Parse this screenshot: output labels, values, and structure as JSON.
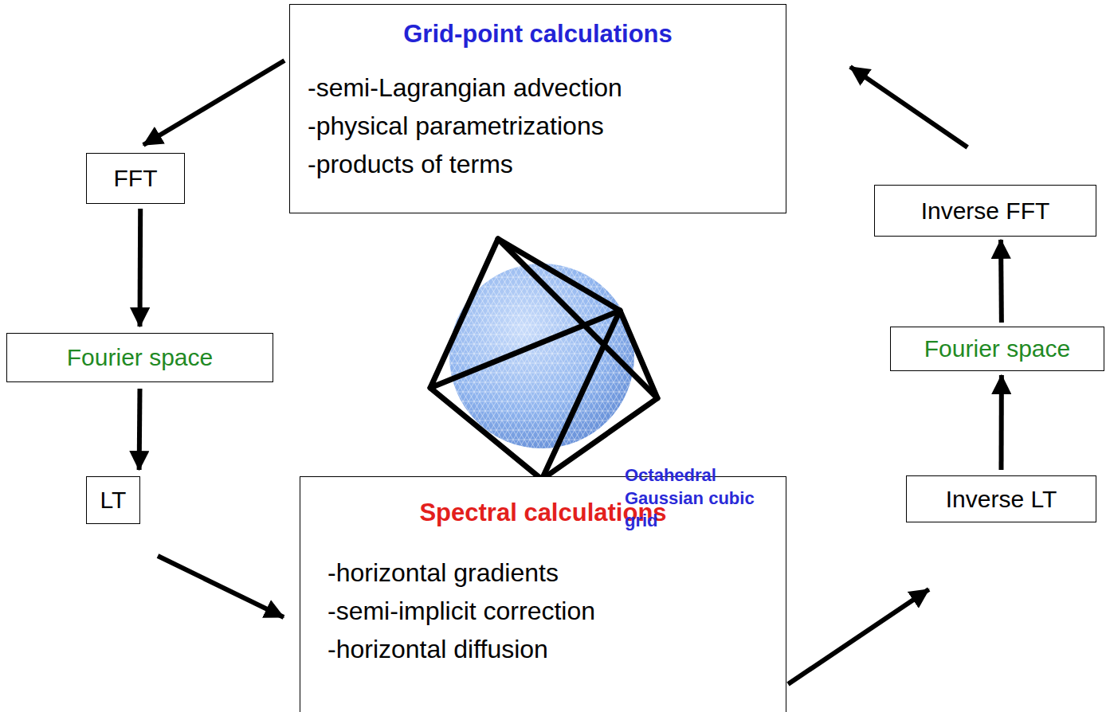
{
  "diagram": {
    "nodes": [
      {
        "text": [
          "Grid-point calculations",
          "-semi-Lagrangian advection",
          "-physical parametrizations",
          "-products of terms"
        ]
      },
      {
        "text": [
          "FFT"
        ]
      },
      {
        "text": [
          "Fourier space"
        ]
      },
      {
        "text": [
          "LT"
        ]
      },
      {
        "text": [
          "Spectral calculations",
          "-horizontal gradients",
          "-semi-implicit correction",
          "-horizontal diffusion"
        ]
      },
      {
        "text": [
          "Inverse LT"
        ]
      },
      {
        "text": [
          "Fourier space"
        ]
      },
      {
        "text": [
          "Inverse FFT"
        ]
      }
    ],
    "edges": [
      {
        "from": 0,
        "to": 1,
        "arrow": "to"
      },
      {
        "from": 1,
        "to": 2,
        "arrow": "to"
      },
      {
        "from": 2,
        "to": 3,
        "arrow": "to"
      },
      {
        "from": 3,
        "to": 4,
        "arrow": "to"
      },
      {
        "from": 4,
        "to": 5,
        "arrow": "to"
      },
      {
        "from": 5,
        "to": 6,
        "arrow": "to"
      },
      {
        "from": 6,
        "to": 7,
        "arrow": "to"
      },
      {
        "from": 7,
        "to": 0,
        "arrow": "to"
      }
    ],
    "labels": [
      "Octahedral Gaussian cubic grid"
    ]
  }
}
